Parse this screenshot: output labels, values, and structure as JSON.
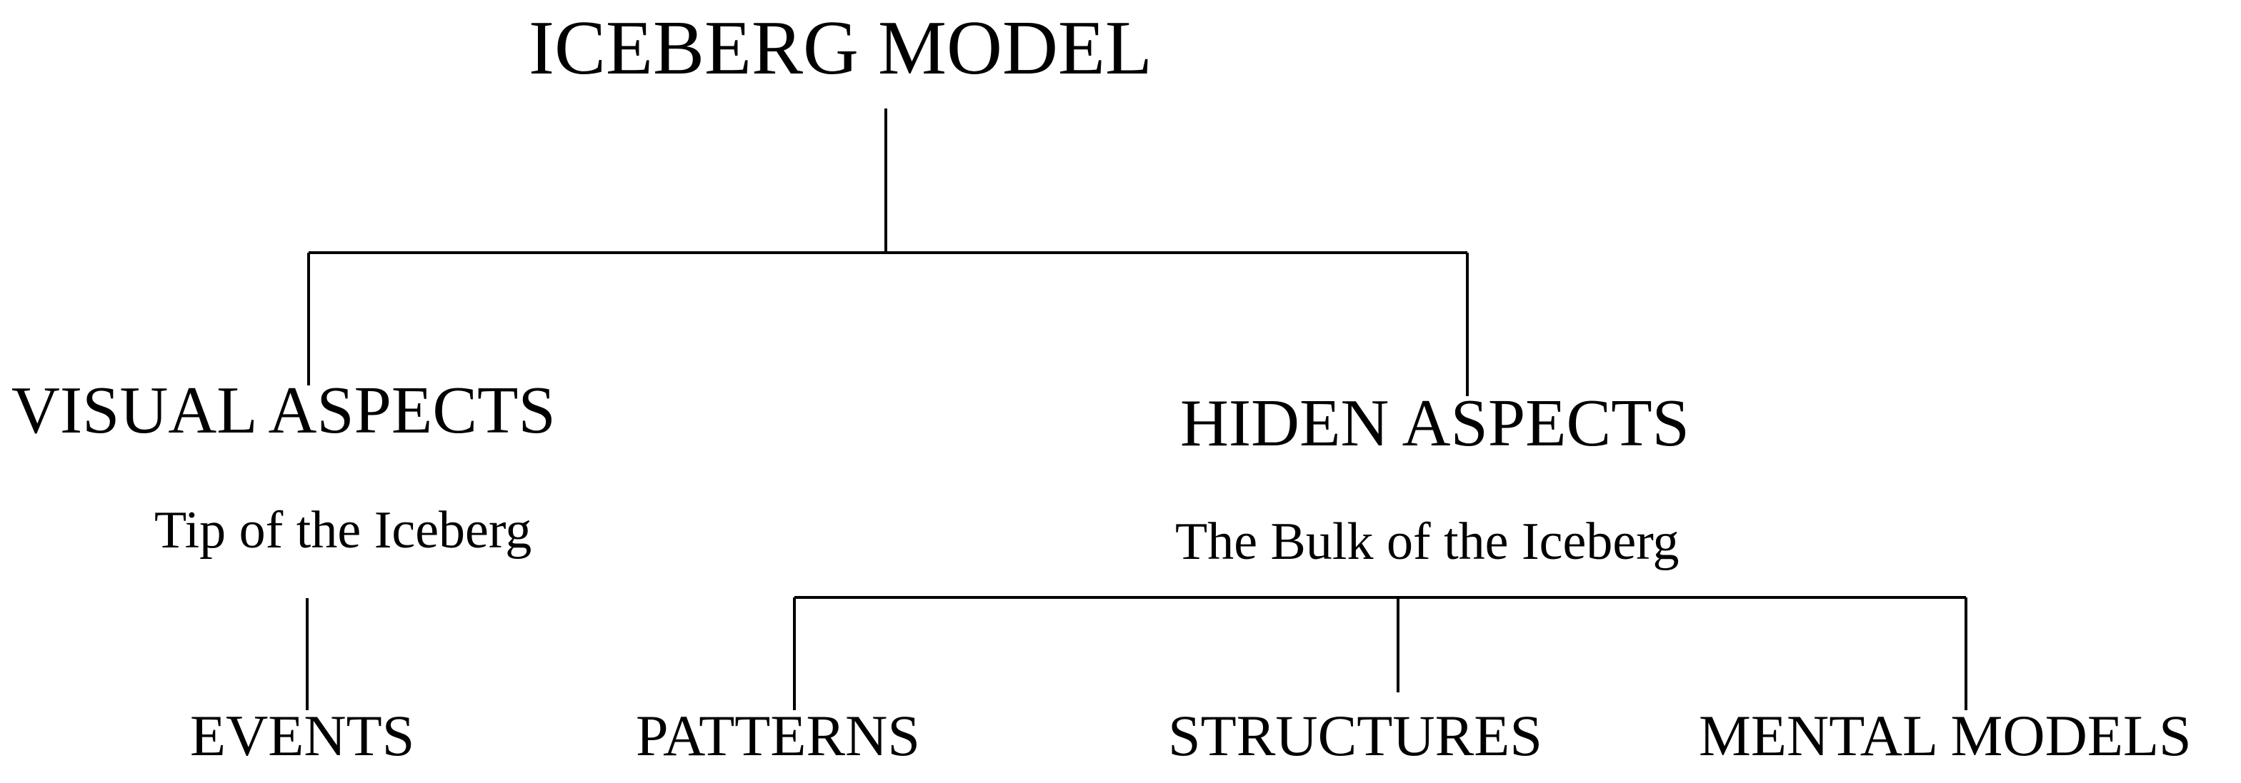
{
  "diagram": {
    "title": "ICEBERG MODEL",
    "visual": {
      "label": "VISUAL ASPECTS",
      "subtitle": "Tip of the Iceberg",
      "children": [
        "EVENTS"
      ]
    },
    "hidden": {
      "label": "HIDEN ASPECTS",
      "subtitle": "The Bulk of the Iceberg",
      "children": [
        "PATTERNS",
        "STRUCTURES",
        "MENTAL MODELS"
      ]
    }
  }
}
